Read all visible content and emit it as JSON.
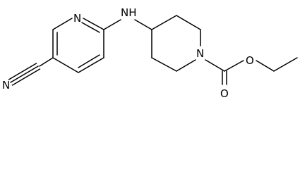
{
  "structure": {
    "atoms": {
      "nitrile_n": "N",
      "pyridine_n": "N",
      "amine_nh": "NH",
      "piperidine_n": "N",
      "carbonyl_o": "O",
      "ester_o": "O"
    }
  }
}
